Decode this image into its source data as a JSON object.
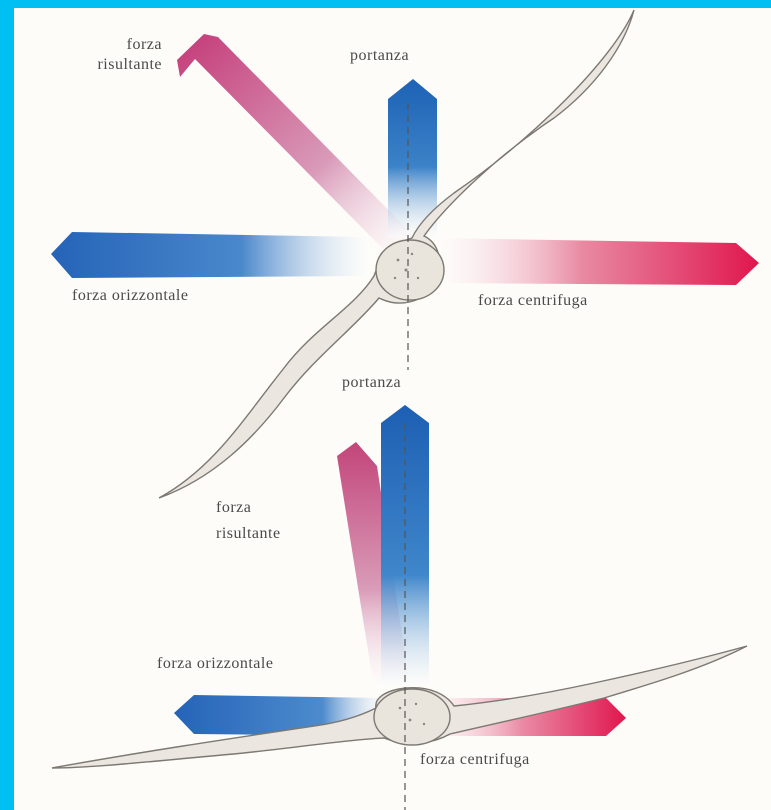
{
  "top_diagram": {
    "lift_label": "portanza",
    "resultant_label_line1": "forza",
    "resultant_label_line2": "risultante",
    "horizontal_label": "forza orizzontale",
    "centrifugal_label": "forza centrifuga"
  },
  "bottom_diagram": {
    "lift_label": "portanza",
    "resultant_label_line1": "forza",
    "resultant_label_line2": "risultante",
    "horizontal_label": "forza orizzontale",
    "centrifugal_label": "forza centrifuga"
  },
  "colors": {
    "frame": "#00bff3",
    "paper": "#fdfcf8",
    "lift_blue": "#1f6bb8",
    "horizontal_blue": "#2a6cc0",
    "resultant_pink": "#c2457a",
    "centrifugal_red": "#e0164e",
    "bird_body": "#ebe6df",
    "text": "#4a4a4a"
  }
}
